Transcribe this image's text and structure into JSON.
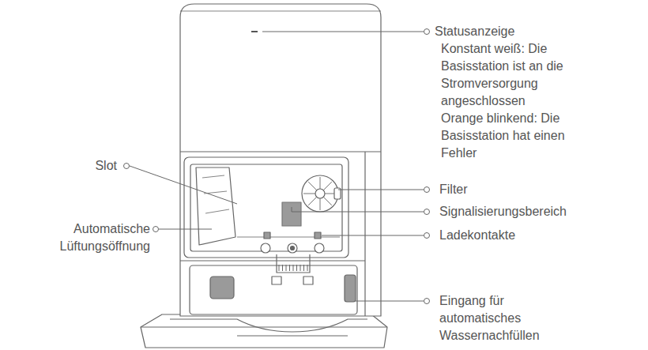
{
  "diagram": {
    "labels": [
      "Statusanzeige",
      "Konstant weiß: Die Basisstation ist an die Stromversorgung angeschlossen",
      "Orange blinkend: Die Basisstation hat einen Fehler",
      "Slot",
      "Filter",
      "Signalisierungsbereich",
      "Automatische Lüftungsöffnung",
      "Ladekontakte",
      "Eingang für automatisches Wassernachfüllen"
    ]
  }
}
